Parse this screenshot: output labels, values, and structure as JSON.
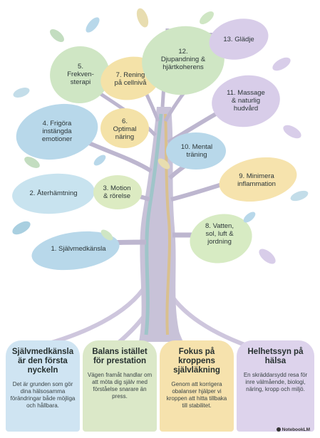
{
  "tree": {
    "leaves": [
      {
        "id": "l1",
        "text": "1. Självmedkänsla"
      },
      {
        "id": "l2",
        "text": "2. Återhämtning"
      },
      {
        "id": "l3",
        "text": "3. Motion\n& rörelse"
      },
      {
        "id": "l4",
        "text": "4. Frigöra\ninstängda\nemotioner"
      },
      {
        "id": "l5",
        "text": "5.\nFrekven-\nsterapi"
      },
      {
        "id": "l6",
        "text": "6.\nOptimal\nnäring"
      },
      {
        "id": "l7",
        "text": "7. Rening\npå cellnivå"
      },
      {
        "id": "l8",
        "text": "8. Vatten,\nsol, luft &\njordning"
      },
      {
        "id": "l9",
        "text": "9. Minimera\ninflammation"
      },
      {
        "id": "l10",
        "text": "10. Mental\nträning"
      },
      {
        "id": "l11",
        "text": "11. Massage\n& naturlig\nhudvård"
      },
      {
        "id": "l12",
        "text": "12.\nDjupandning &\nhjärtkoherens"
      },
      {
        "id": "l13",
        "text": "13. Glädje"
      }
    ]
  },
  "cards": [
    {
      "title": "Självmedkänsla är den första nyckeln",
      "body": "Det är grunden som gör dina hälsosamma förändringar både möjliga och hållbara.",
      "color": "#cfe4f2"
    },
    {
      "title": "Balans istället för prestation",
      "body": "Vägen framåt handlar om att möta dig själv med förståelse snarare än press.",
      "color": "#dbe8c8"
    },
    {
      "title": "Fokus på kroppens självläkning",
      "body": "Genom att korrigera obalanser hjälper vi kroppen att hitta tillbaka till stabilitet.",
      "color": "#f6e2ad"
    },
    {
      "title": "Helhetssyn på hälsa",
      "body": "En skräddarsydd resa för inre välmående, biologi, näring, kropp och miljö.",
      "color": "#ddd3ec"
    }
  ],
  "brand": "NotebookLM"
}
